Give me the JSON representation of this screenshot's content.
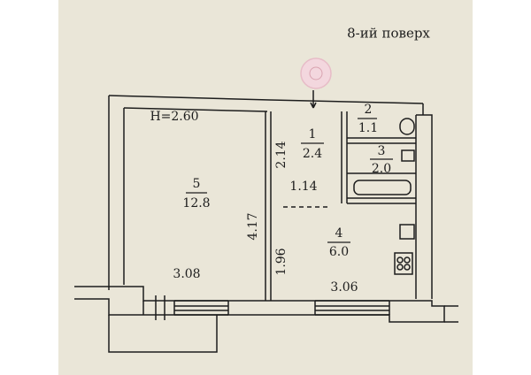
{
  "floor_label": "8-ий поверх",
  "ceiling_height": "H=2.60",
  "rooms": [
    {
      "number": "5",
      "area": "12.8"
    },
    {
      "number": "1",
      "area": "2.4"
    },
    {
      "number": "2",
      "area": "1.1"
    },
    {
      "number": "3",
      "area": "2.0"
    },
    {
      "number": "4",
      "area": "6.0"
    }
  ],
  "dimensions": [
    "4.17",
    "3.08",
    "2.14",
    "1.14",
    "1.96",
    "3.06"
  ],
  "colors": {
    "wall": "#1d1d1d",
    "paper": "#eae6d8",
    "stamp": "#f3d7de"
  }
}
